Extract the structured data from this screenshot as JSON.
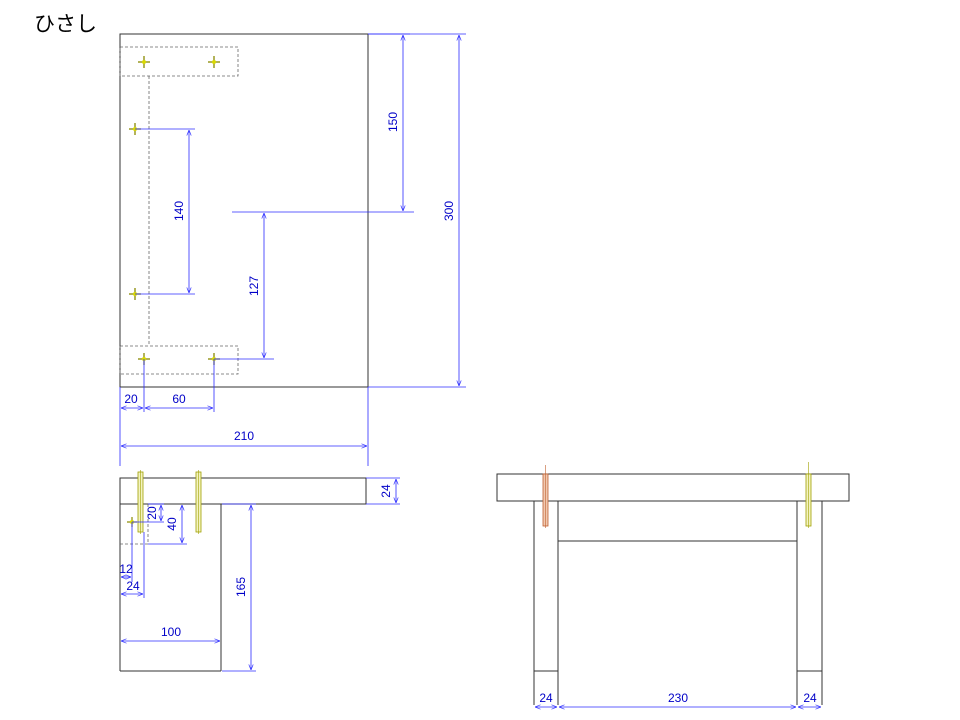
{
  "title": "ひさし",
  "colors": {
    "outline": "#333333",
    "dimension": "#2b2bff",
    "dimension_text": "#0000c8",
    "screw": "#b8b800",
    "screw_alt": "#c06030"
  },
  "dimensions": {
    "plan_150": "150",
    "plan_300": "300",
    "plan_140": "140",
    "plan_127": "127",
    "plan_20": "20",
    "plan_60": "60",
    "plan_210": "210",
    "side_24": "24",
    "side_20": "20",
    "side_40": "40",
    "side_12": "12",
    "side_24b": "24",
    "side_165": "165",
    "side_100": "100",
    "front_24_left": "24",
    "front_230": "230",
    "front_24_right": "24"
  }
}
